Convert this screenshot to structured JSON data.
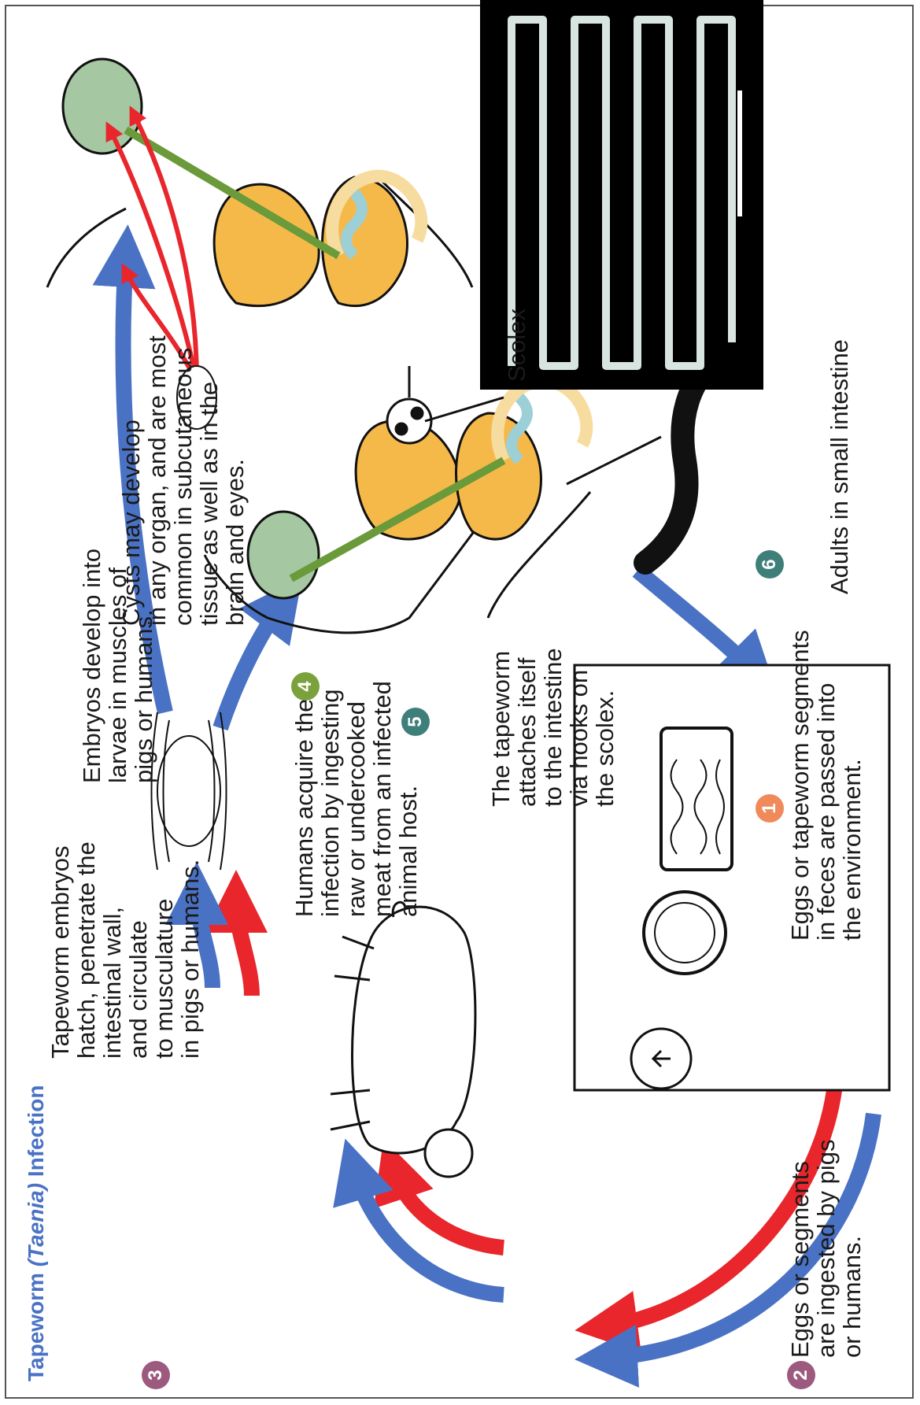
{
  "title": {
    "prefix": "Tapeworm ",
    "italic": "(Taenia)",
    "suffix": " Infection"
  },
  "steps": [
    {
      "number": "1",
      "color": "#f08a5a",
      "text": "Eggs or tapeworm segments\nin feces are passed into\nthe environment."
    },
    {
      "number": "2",
      "color": "#9c5a7e",
      "text": "Eggs or segments\nare ingested by pigs\nor humans."
    },
    {
      "number": "3",
      "color": "#9c5a7e",
      "text": "Tapeworm embryos\nhatch, penetrate the\nintestinal wall,\nand circulate\nto musculature\nin pigs or humans."
    },
    {
      "number": "4",
      "color": "#7aa13c",
      "text": "Humans acquire the\ninfection by ingesting\nraw or undercooked\nmeat from an infected\nanimal host."
    },
    {
      "number": "5",
      "color": "#3f7f7a",
      "text": "The tapeworm\nattaches itself\nto the intestine\nvia hooks on\nthe scolex."
    },
    {
      "number": "6",
      "color": "#3f7f7a",
      "text": "Adults in small intestine"
    }
  ],
  "labels": {
    "embryos": "Embryos develop into\nlarvae in muscles of\npigs or humans.",
    "cysts": "Cysts may develop\nin any organ, and are most\ncommon in subcutaneous\ntissue as well as in the\nbrain and eyes.",
    "scolex": "Scolex"
  },
  "colors": {
    "blue_arrow": "#4a72c4",
    "red_arrow": "#e8262c",
    "lung": "#f5b94a",
    "intestine": "#9ccfd6",
    "brain": "#a5c7a2",
    "nerve": "#6a9a3a",
    "colon": "#f7dca0"
  }
}
